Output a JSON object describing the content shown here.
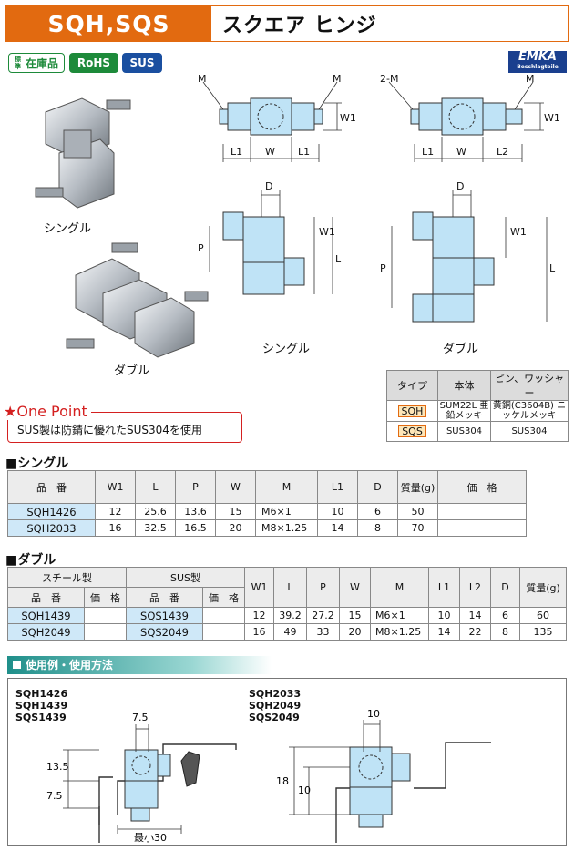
{
  "header": {
    "model": "SQH,SQS",
    "title": "スクエア ヒンジ"
  },
  "badges": {
    "stock_small": "標準",
    "stock": "在庫品",
    "rohs": "RoHS",
    "sus": "SUS"
  },
  "brand": {
    "name": "EMKA",
    "tagline": "Beschlagteile"
  },
  "captions": {
    "single": "シングル",
    "double": "ダブル",
    "drawing_single": "シングル",
    "drawing_double": "ダブル"
  },
  "dims": {
    "M": "M",
    "M2": "2-M",
    "W1": "W1",
    "W": "W",
    "L1": "L1",
    "L2": "L2",
    "D": "D",
    "P": "P",
    "L": "L"
  },
  "spec_table": {
    "headers": [
      "タイプ",
      "本体",
      "ピン、ワッシャー"
    ],
    "rows": [
      {
        "type": "SQH",
        "body": "SUM22L 亜鉛メッキ",
        "pin": "黄銅(C3604B) ニッケルメッキ"
      },
      {
        "type": "SQS",
        "body": "SUS304",
        "pin": "SUS304"
      }
    ]
  },
  "one_point": {
    "title": "★One Point",
    "text": "SUS製は防錆に優れたSUS304を使用"
  },
  "single": {
    "section_title": "■シングル",
    "headers": [
      "品　番",
      "W1",
      "L",
      "P",
      "W",
      "M",
      "L1",
      "D",
      "質量(g)",
      "価　格"
    ],
    "rows": [
      [
        "SQH1426",
        "12",
        "25.6",
        "13.6",
        "15",
        "M6×1",
        "10",
        "6",
        "50",
        ""
      ],
      [
        "SQH2033",
        "16",
        "32.5",
        "16.5",
        "20",
        "M8×1.25",
        "14",
        "8",
        "70",
        ""
      ]
    ]
  },
  "double": {
    "section_title": "■ダブル",
    "group_steel": "スチール製",
    "group_sus": "SUS製",
    "sub_headers": [
      "品　番",
      "価　格",
      "品　番",
      "価　格"
    ],
    "headers": [
      "W1",
      "L",
      "P",
      "W",
      "M",
      "L1",
      "L2",
      "D",
      "質量(g)"
    ],
    "rows": [
      [
        "SQH1439",
        "",
        "SQS1439",
        "",
        "12",
        "39.2",
        "27.2",
        "15",
        "M6×1",
        "10",
        "14",
        "6",
        "60"
      ],
      [
        "SQH2049",
        "",
        "SQS2049",
        "",
        "16",
        "49",
        "33",
        "20",
        "M8×1.25",
        "14",
        "22",
        "8",
        "135"
      ]
    ]
  },
  "usage": {
    "title": "使用例・使用方法",
    "left_models": [
      "SQH1426",
      "SQH1439",
      "SQS1439"
    ],
    "right_models": [
      "SQH2033",
      "SQH2049",
      "SQS2049"
    ],
    "left_dims": {
      "a": "7.5",
      "b": "13.5",
      "c": "7.5",
      "d": "最小30"
    },
    "right_dims": {
      "a": "10",
      "b": "18",
      "c": "10"
    }
  }
}
